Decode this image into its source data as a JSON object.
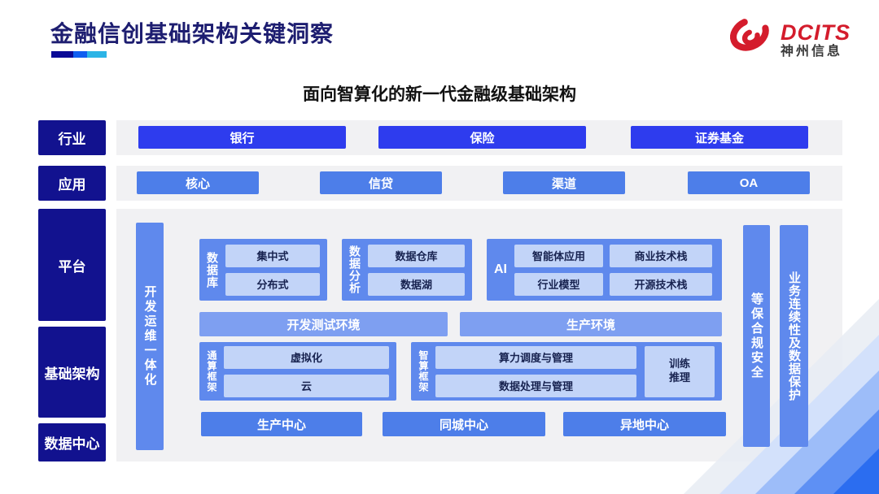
{
  "header": {
    "title": "金融信创基础架构关键洞察",
    "logo": {
      "brand": "DCITS",
      "company": "神州信息"
    }
  },
  "subtitle": "面向智算化的新一代金融级基础架构",
  "sidebar": {
    "industry": "行业",
    "application": "应用",
    "platform": "平台",
    "infrastructure": "基础架构",
    "datacenter": "数据中心"
  },
  "industry_row": {
    "items": [
      "银行",
      "保险",
      "证券基金"
    ]
  },
  "application_row": {
    "items": [
      "核心",
      "信贷",
      "渠道",
      "OA"
    ]
  },
  "platform_area": {
    "devops_bar": "开发运维一体化",
    "database": {
      "label": "数据库",
      "items": [
        "集中式",
        "分布式"
      ]
    },
    "analytics": {
      "label": "数据分析",
      "items": [
        "数据仓库",
        "数据湖"
      ]
    },
    "ai": {
      "label": "AI",
      "items": [
        "智能体应用",
        "商业技术栈",
        "行业模型",
        "开源技术栈"
      ]
    },
    "environments": [
      "开发测试环境",
      "生产环境"
    ],
    "general_compute": {
      "label": "通算框架",
      "items": [
        "虚拟化",
        "云"
      ]
    },
    "intelligent_compute": {
      "label": "智算框架",
      "items": [
        "算力调度与管理",
        "数据处理与管理"
      ],
      "side_item": "训练推理"
    },
    "centers": [
      "生产中心",
      "同城中心",
      "异地中心"
    ],
    "security_bar": "等保合规安全",
    "continuity_bar": "业务连续性及数据保护"
  },
  "colors": {
    "navy": "#12128f",
    "title_navy": "#1d1d70",
    "royal_blue": "#2e3cee",
    "medium_blue": "#4d7ee9",
    "group_blue": "#5f89ed",
    "env_blue": "#7e9ff1",
    "inner_light_blue": "#c2d4f8",
    "panel_gray": "#f1f1f3",
    "logo_red": "#d41c2c",
    "underline": [
      "#0a0a96",
      "#0f5ef0",
      "#2cb4e6"
    ]
  }
}
